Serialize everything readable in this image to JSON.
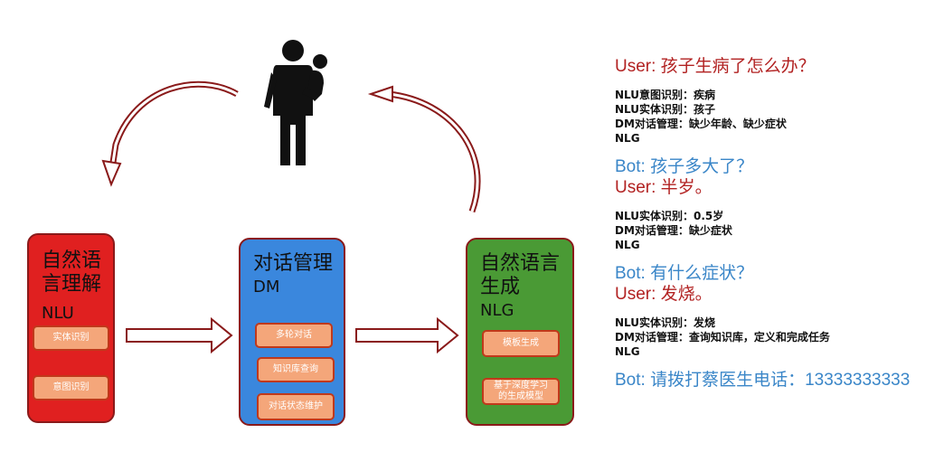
{
  "modules": {
    "nlu": {
      "title": "自然语\n言理解",
      "abbr": "NLU",
      "chips": [
        "实体识别",
        "意图识别"
      ],
      "color": "#e02020"
    },
    "dm": {
      "title": "对话管理",
      "abbr": "DM",
      "chips": [
        "多轮对话",
        "知识库查询",
        "对话状态维护"
      ],
      "color": "#3a87dd"
    },
    "nlg": {
      "title": "自然语言\n生成",
      "abbr": "NLG",
      "chips": [
        "模板生成",
        "基于深度学习\n的生成模型"
      ],
      "color": "#4a9a35"
    }
  },
  "icons": {
    "person": "parent-holding-child-icon",
    "cycle_left": "curved-arrow-icon",
    "cycle_right": "curved-arrow-icon",
    "flow": "block-arrow-right-icon"
  },
  "dialog": {
    "turn1_user": "User: 孩子生病了怎么办？",
    "turn1_analysis": [
      "NLU意图识别：疾病",
      "NLU实体识别：孩子",
      "DM对话管理：缺少年龄、缺少症状",
      "NLG"
    ],
    "turn2_bot": "Bot: 孩子多大了？",
    "turn2_user": "User: 半岁。",
    "turn2_analysis": [
      "NLU实体识别：0.5岁",
      "DM对话管理：缺少症状",
      "NLG"
    ],
    "turn3_bot": "Bot: 有什么症状？",
    "turn3_user": "User: 发烧。",
    "turn3_analysis": [
      "NLU实体识别：发烧",
      "DM对话管理：查询知识库，定义和完成任务",
      "NLG"
    ],
    "final_bot": "Bot: 请拨打蔡医生电话：13333333333"
  }
}
